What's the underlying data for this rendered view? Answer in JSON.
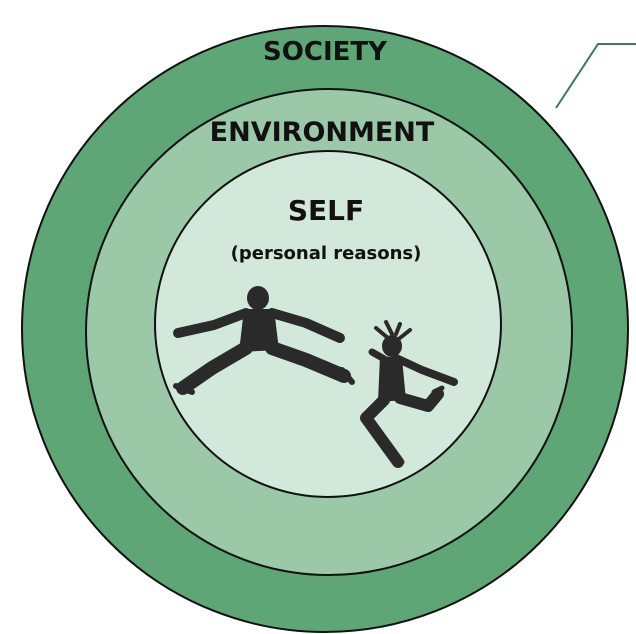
{
  "rings": {
    "outer": {
      "label": "SOCIETY",
      "fill": "#5ea676"
    },
    "middle": {
      "label": "ENVIRONMENT",
      "fill": "#9bc9a7"
    },
    "inner": {
      "label": "SELF",
      "sublabel": "(personal reasons)",
      "fill": "#d2e8da"
    }
  },
  "colors": {
    "outline": "#111111",
    "callout_line": "#3f7a52",
    "figure": "#2a2a2a"
  },
  "icons": [
    "jumping-person-icon",
    "jumping-person-icon"
  ]
}
